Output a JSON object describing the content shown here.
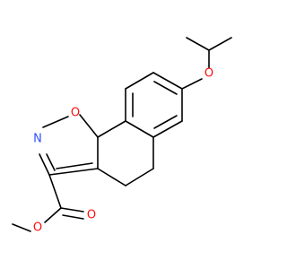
{
  "molecule": {
    "atoms": {
      "o_ether": "O",
      "o_ring": "O",
      "n_ring": "N",
      "o_carbonyl": "O",
      "o_ester": "O"
    }
  },
  "colors": {
    "oxygen": "#ff0d0d",
    "nitrogen": "#3050f8",
    "bond": "#000000",
    "background": "#ffffff"
  }
}
